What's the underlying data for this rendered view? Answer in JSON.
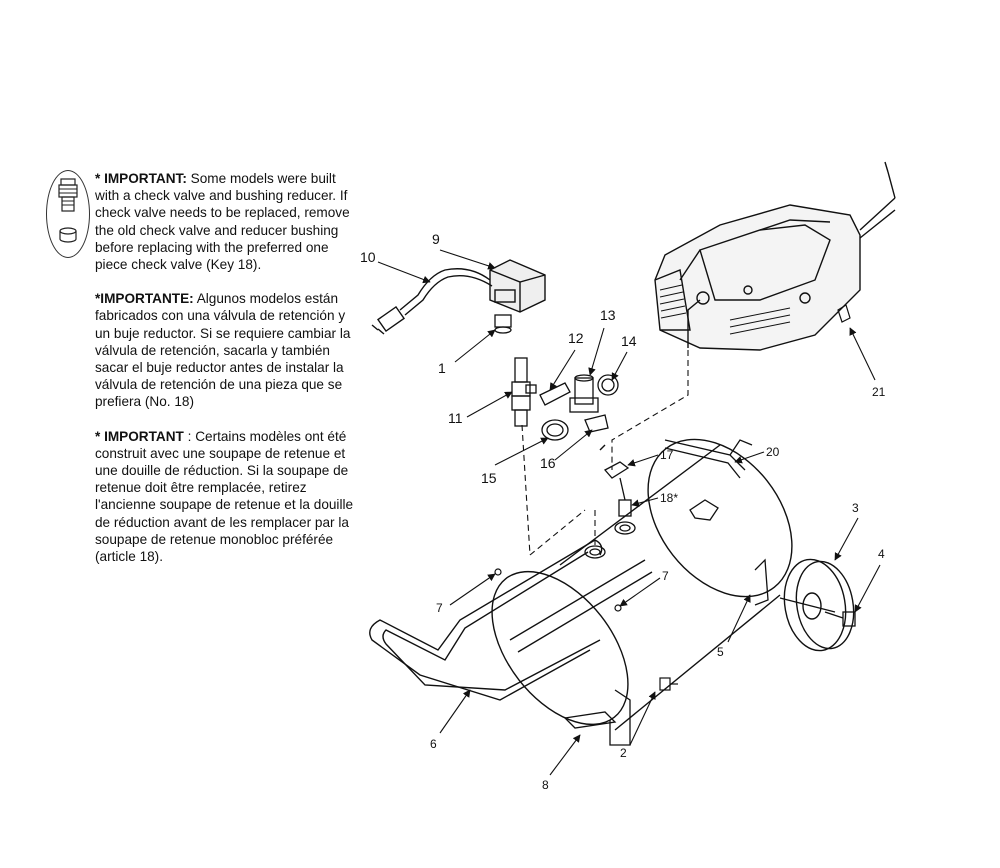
{
  "notes": [
    {
      "bold": "* IMPORTANT:",
      "text": " Some models were built with a check valve and bushing reducer. If check valve needs to be replaced, remove the old check valve and reducer bushing before replacing with the preferred one piece check valve (Key 18)."
    },
    {
      "bold": "*IMPORTANTE:",
      "text": " Algunos modelos están fabricados con una válvula de retención y un buje reductor. Si se requiere cambiar la válvula de retención, sacarla y también sacar el buje reductor antes de instalar la válvula de retención de una pieza que se prefiera (No. 18)"
    },
    {
      "bold": "* IMPORTANT",
      "text": " : Certains modèles ont été construit avec une soupape de retenue et une douille de réduction. Si la soupape de retenue doit être remplacée, retirez l'ancienne soupape de retenue et la douille de réduction avant de les remplacer par la soupape de retenue monobloc préférée (article 18)."
    }
  ],
  "callouts": {
    "k1": "1",
    "k2": "2",
    "k3": "3",
    "k4": "4",
    "k5": "5",
    "k6": "6",
    "k7a": "7",
    "k7b": "7",
    "k8": "8",
    "k9": "9",
    "k10": "10",
    "k11": "11",
    "k12": "12",
    "k13": "13",
    "k14": "14",
    "k15": "15",
    "k16": "16",
    "k17": "17",
    "k18": "18*",
    "k20": "20",
    "k21": "21"
  }
}
